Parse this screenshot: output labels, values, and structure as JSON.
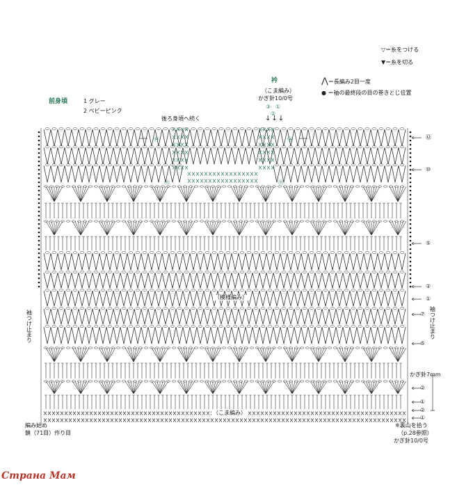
{
  "legend": {
    "attach_yarn": "＝糸をつける",
    "cut_yarn": "＝糸を切る",
    "dc2tog": "＝長編み2目一度",
    "sleeve_pos": "● ＝袖の最終段の目の巻きとじ位置"
  },
  "title": "前身頃",
  "colors_list": [
    "1 グレー",
    "2 ベビーピンク"
  ],
  "collar": {
    "title": "衿",
    "method": "（こま編み）",
    "hook": "かぎ針10/0号",
    "row_nums": [
      "③",
      "①"
    ],
    "row2": "②"
  },
  "back_continue": "後ろ身頃へ続く",
  "pattern_label": "（模様編み）",
  "sc_label": "（こま編み）",
  "sleeve_label_left": "袖つけ止まり",
  "sleeve_label_right": "袖つけ止まり",
  "right_rows_upper": [
    "⑫",
    "⑩",
    "⑤",
    "②",
    "①"
  ],
  "right_rows_lower": [
    "⑦",
    "⑤",
    "②",
    "①"
  ],
  "hook_7mm": "かぎ針7mm",
  "bottom_rows": [
    "②",
    "①"
  ],
  "neck_row_marks": [
    "⑭",
    "⑪",
    "⑭",
    "⑪"
  ],
  "start_label": "編み始め",
  "chain_label": "鎖（71目）作り目",
  "backloop_note": "※裏山を拾う",
  "ref_note": "（p.28参照）",
  "hook_10": "かぎ針10/0号",
  "watermark": "Страна Мам",
  "accent_green": "#2f7d5b",
  "watermark_color": "#b6362c"
}
